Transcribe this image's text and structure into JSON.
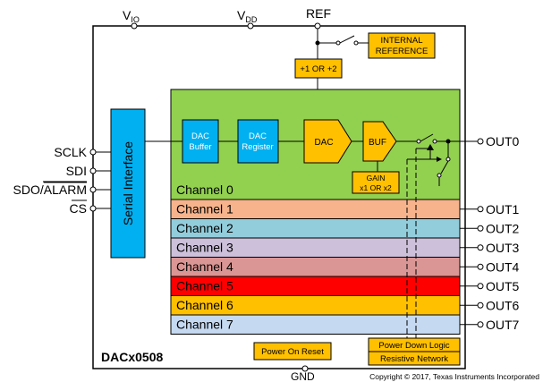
{
  "pins": {
    "vio": "V",
    "vio_sub": "IO",
    "vdd": "V",
    "vdd_sub": "DD",
    "ref": "REF",
    "gnd": "GND"
  },
  "left_pins": [
    "SCLK",
    "SDI",
    "SDO/",
    "ALARM",
    "CS"
  ],
  "serial_interface": "Serial Interface",
  "internal_reference": [
    "INTERNAL",
    "REFERENCE"
  ],
  "ref_divider": "+1 OR +2",
  "dac_buffer": [
    "DAC",
    "Buffer"
  ],
  "dac_register": [
    "DAC",
    "Register"
  ],
  "dac": "DAC",
  "buf": "BUF",
  "gain": [
    "GAIN",
    "x1 OR x2"
  ],
  "channel0_label": "Channel 0",
  "channels": [
    {
      "label": "Channel 1",
      "output": "OUT1",
      "color": "#F7B38B"
    },
    {
      "label": "Channel 2",
      "output": "OUT2",
      "color": "#92CDDC"
    },
    {
      "label": "Channel 3",
      "output": "OUT3",
      "color": "#CCC0DA"
    },
    {
      "label": "Channel 4",
      "output": "OUT4",
      "color": "#DA9694"
    },
    {
      "label": "Channel 5",
      "output": "OUT5",
      "color": "#FF0000"
    },
    {
      "label": "Channel 6",
      "output": "OUT6",
      "color": "#FFC000"
    },
    {
      "label": "Channel 7",
      "output": "OUT7",
      "color": "#C5D9F1"
    }
  ],
  "out0": "OUT0",
  "power_on_reset": "Power On Reset",
  "power_down_logic": "Power Down Logic",
  "resistive_network": "Resistive Network",
  "device_name": "DACx0508",
  "copyright": "Copyright © 2017, Texas Instruments Incorporated",
  "colors": {
    "channel0_green": "#92D050",
    "serial_blue": "#00B0F0",
    "dac_block_blue": "#00B0F0",
    "orange": "#FFC000"
  }
}
